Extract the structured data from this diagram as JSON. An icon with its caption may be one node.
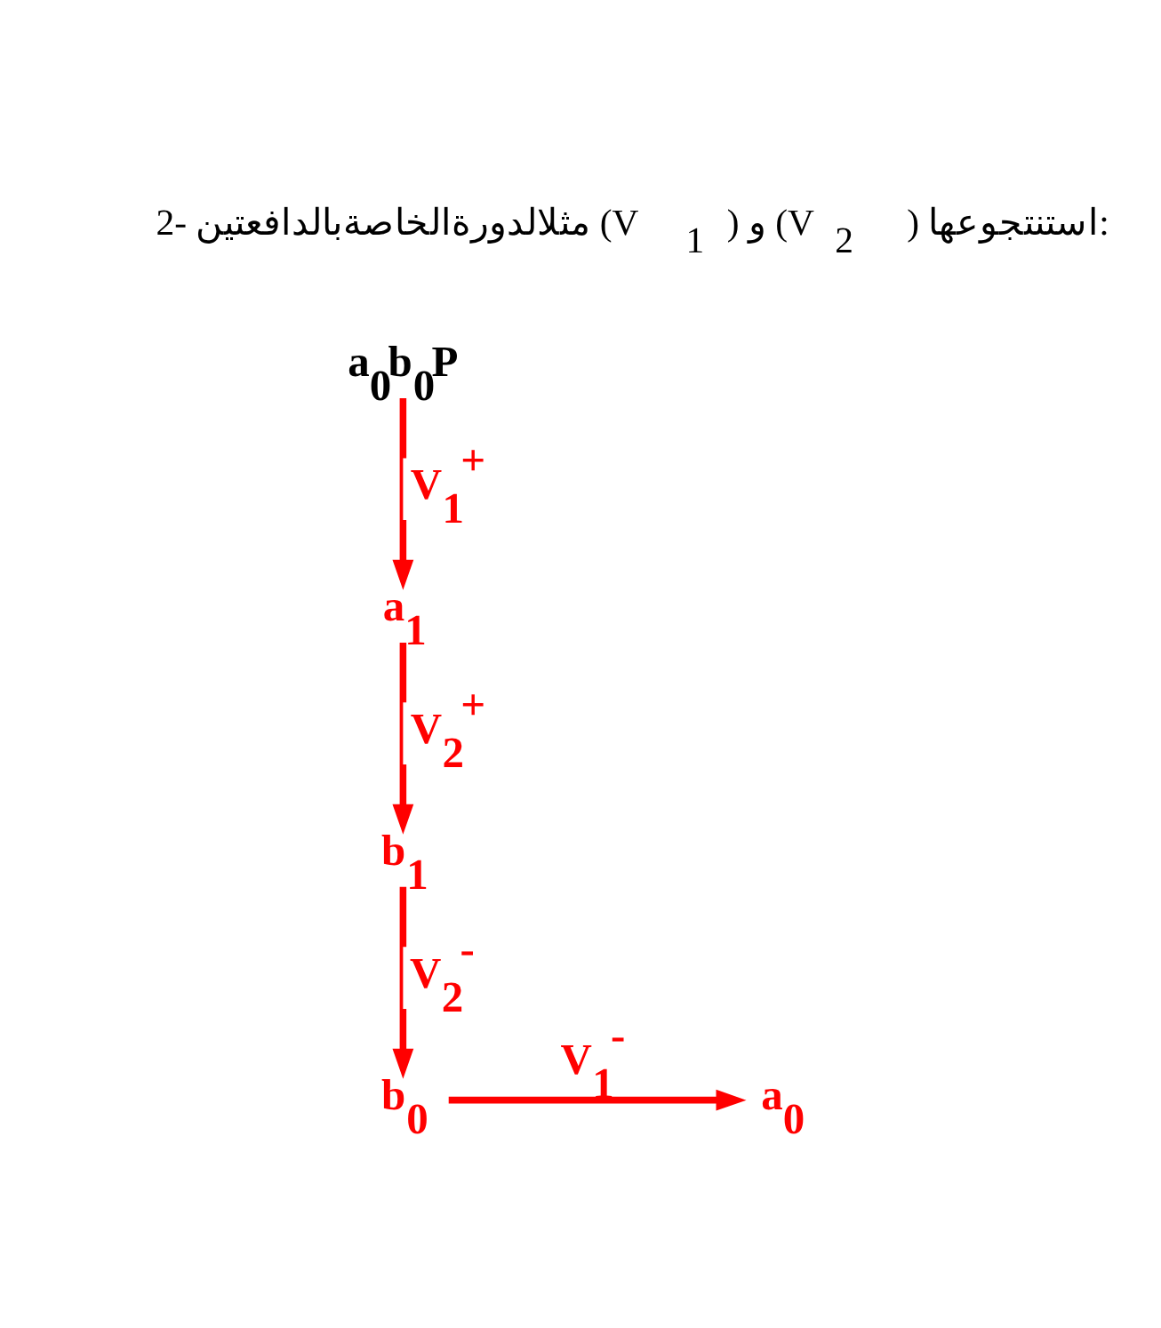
{
  "diagram": {
    "title": "2- مثلالدورةالخاصةبالدافعتين (V$_{1}$) و (V$_{2}$) استنتجوعها:",
    "nodes": [
      {
        "text": [
          "b$_{0}$"
        ]
      },
      {
        "text": [
          "a$_{0}$"
        ]
      },
      {
        "text": [
          "a$_{0}$b$_{0}$P"
        ]
      },
      {
        "text": [
          "a$_{1}$"
        ]
      },
      {
        "text": [
          "b$_{1}$"
        ]
      }
    ],
    "edges": [
      {
        "from": 0,
        "to": 1,
        "arrow": "to",
        "label": "V$_{1}$$^{-}$"
      },
      {
        "from": 2,
        "to": 3,
        "arrow": "to",
        "label": "V$_{1}$$^{+}$"
      },
      {
        "from": 3,
        "to": 4,
        "arrow": "to",
        "label": "V$_{2}$$^{+}$"
      },
      {
        "from": 4,
        "to": 0,
        "arrow": "to",
        "label": "V$_{2}$$^{-}$"
      }
    ]
  }
}
